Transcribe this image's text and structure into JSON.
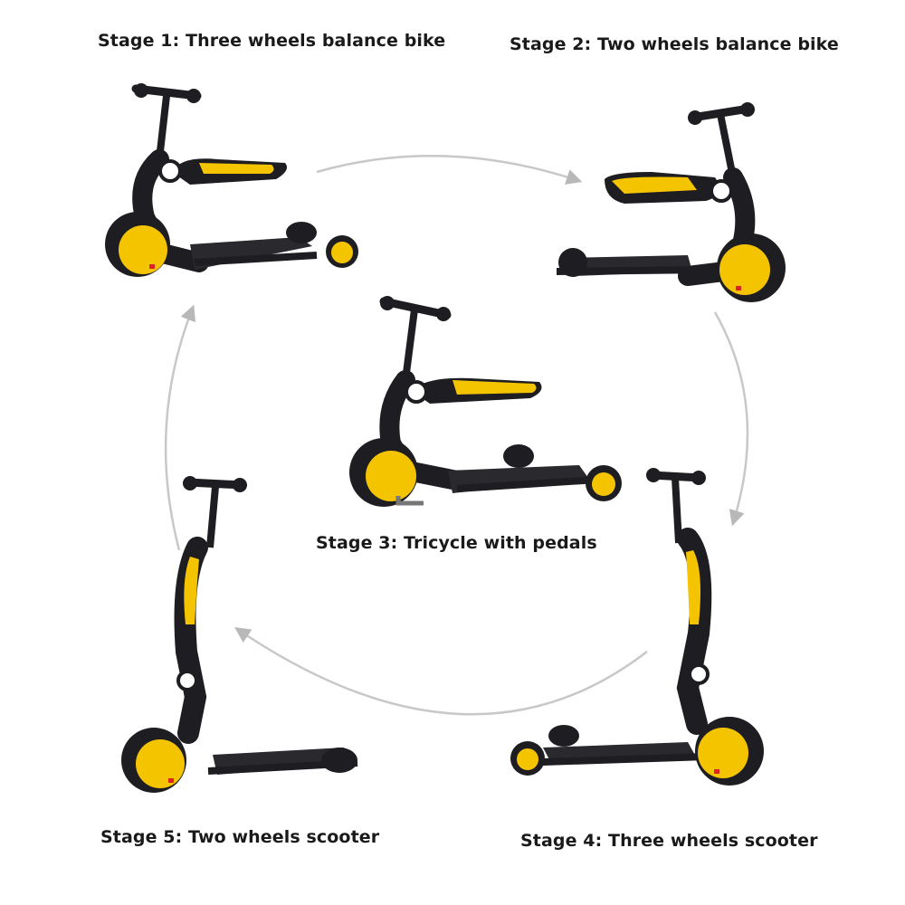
{
  "stages": [
    {
      "id": "stage-1",
      "label": "Stage 1: Three wheels balance bike"
    },
    {
      "id": "stage-2",
      "label": "Stage 2: Two wheels balance bike"
    },
    {
      "id": "stage-3",
      "label": "Stage 3: Tricycle with pedals"
    },
    {
      "id": "stage-4",
      "label": "Stage 4: Three wheels scooter"
    },
    {
      "id": "stage-5",
      "label": "Stage 5: Two wheels scooter"
    }
  ],
  "colors": {
    "accent": "#f5c400",
    "frame": "#1e1e22",
    "arrow": "#c4c4c4",
    "text": "#1a1a1a"
  }
}
